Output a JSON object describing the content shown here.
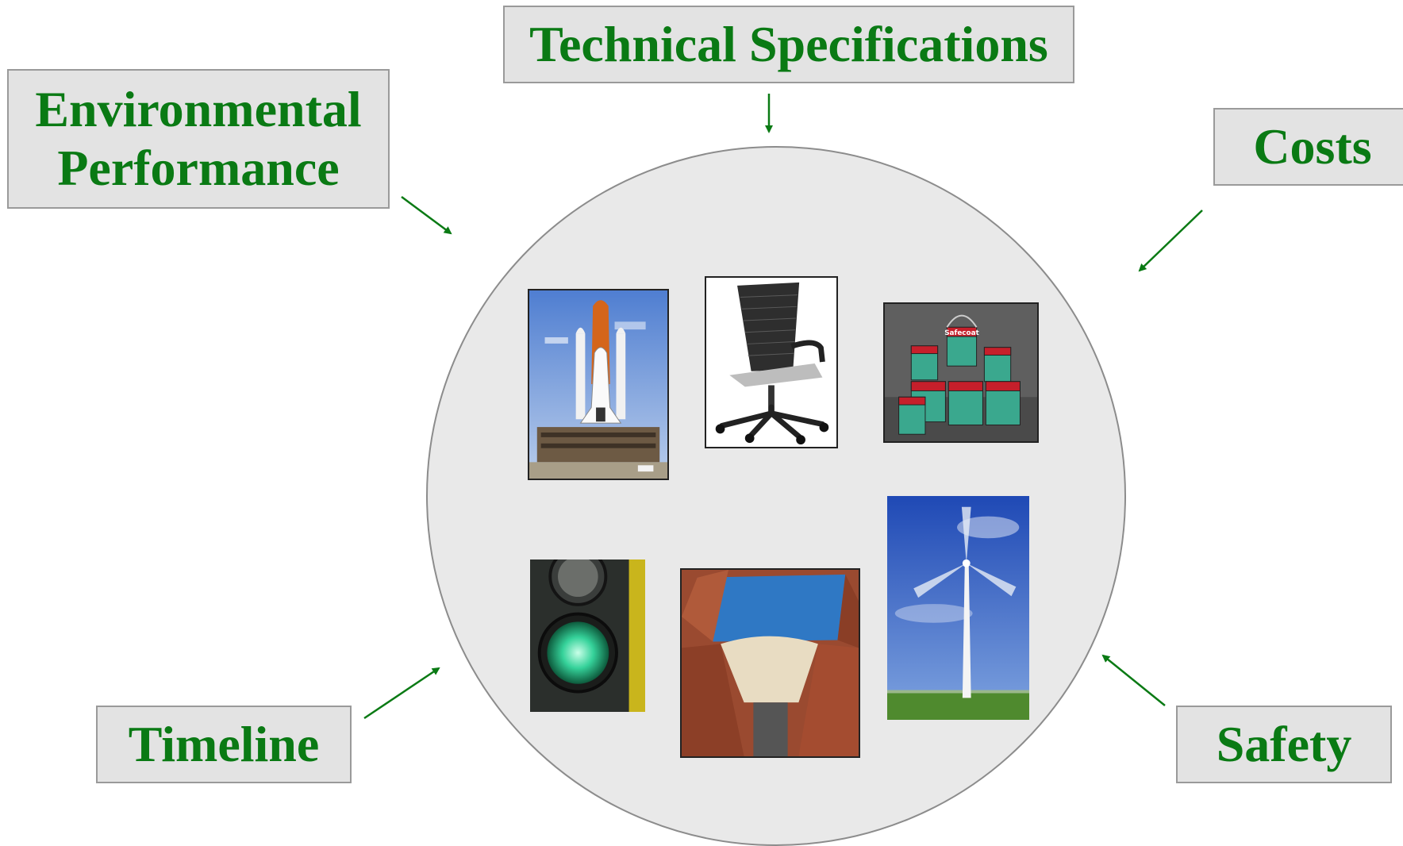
{
  "labels": {
    "technical": "Technical Specifications",
    "environmental_line1": "Environmental",
    "environmental_line2": "Performance",
    "costs": "Costs",
    "timeline": "Timeline",
    "safety": "Safety"
  },
  "photos": {
    "paint_brand": "Safecoat"
  },
  "colors": {
    "label_text": "#0a7a14",
    "label_box_fill": "#e3e3e3",
    "hub_fill": "#e9e9e9",
    "arrow": "#0a7a14"
  }
}
